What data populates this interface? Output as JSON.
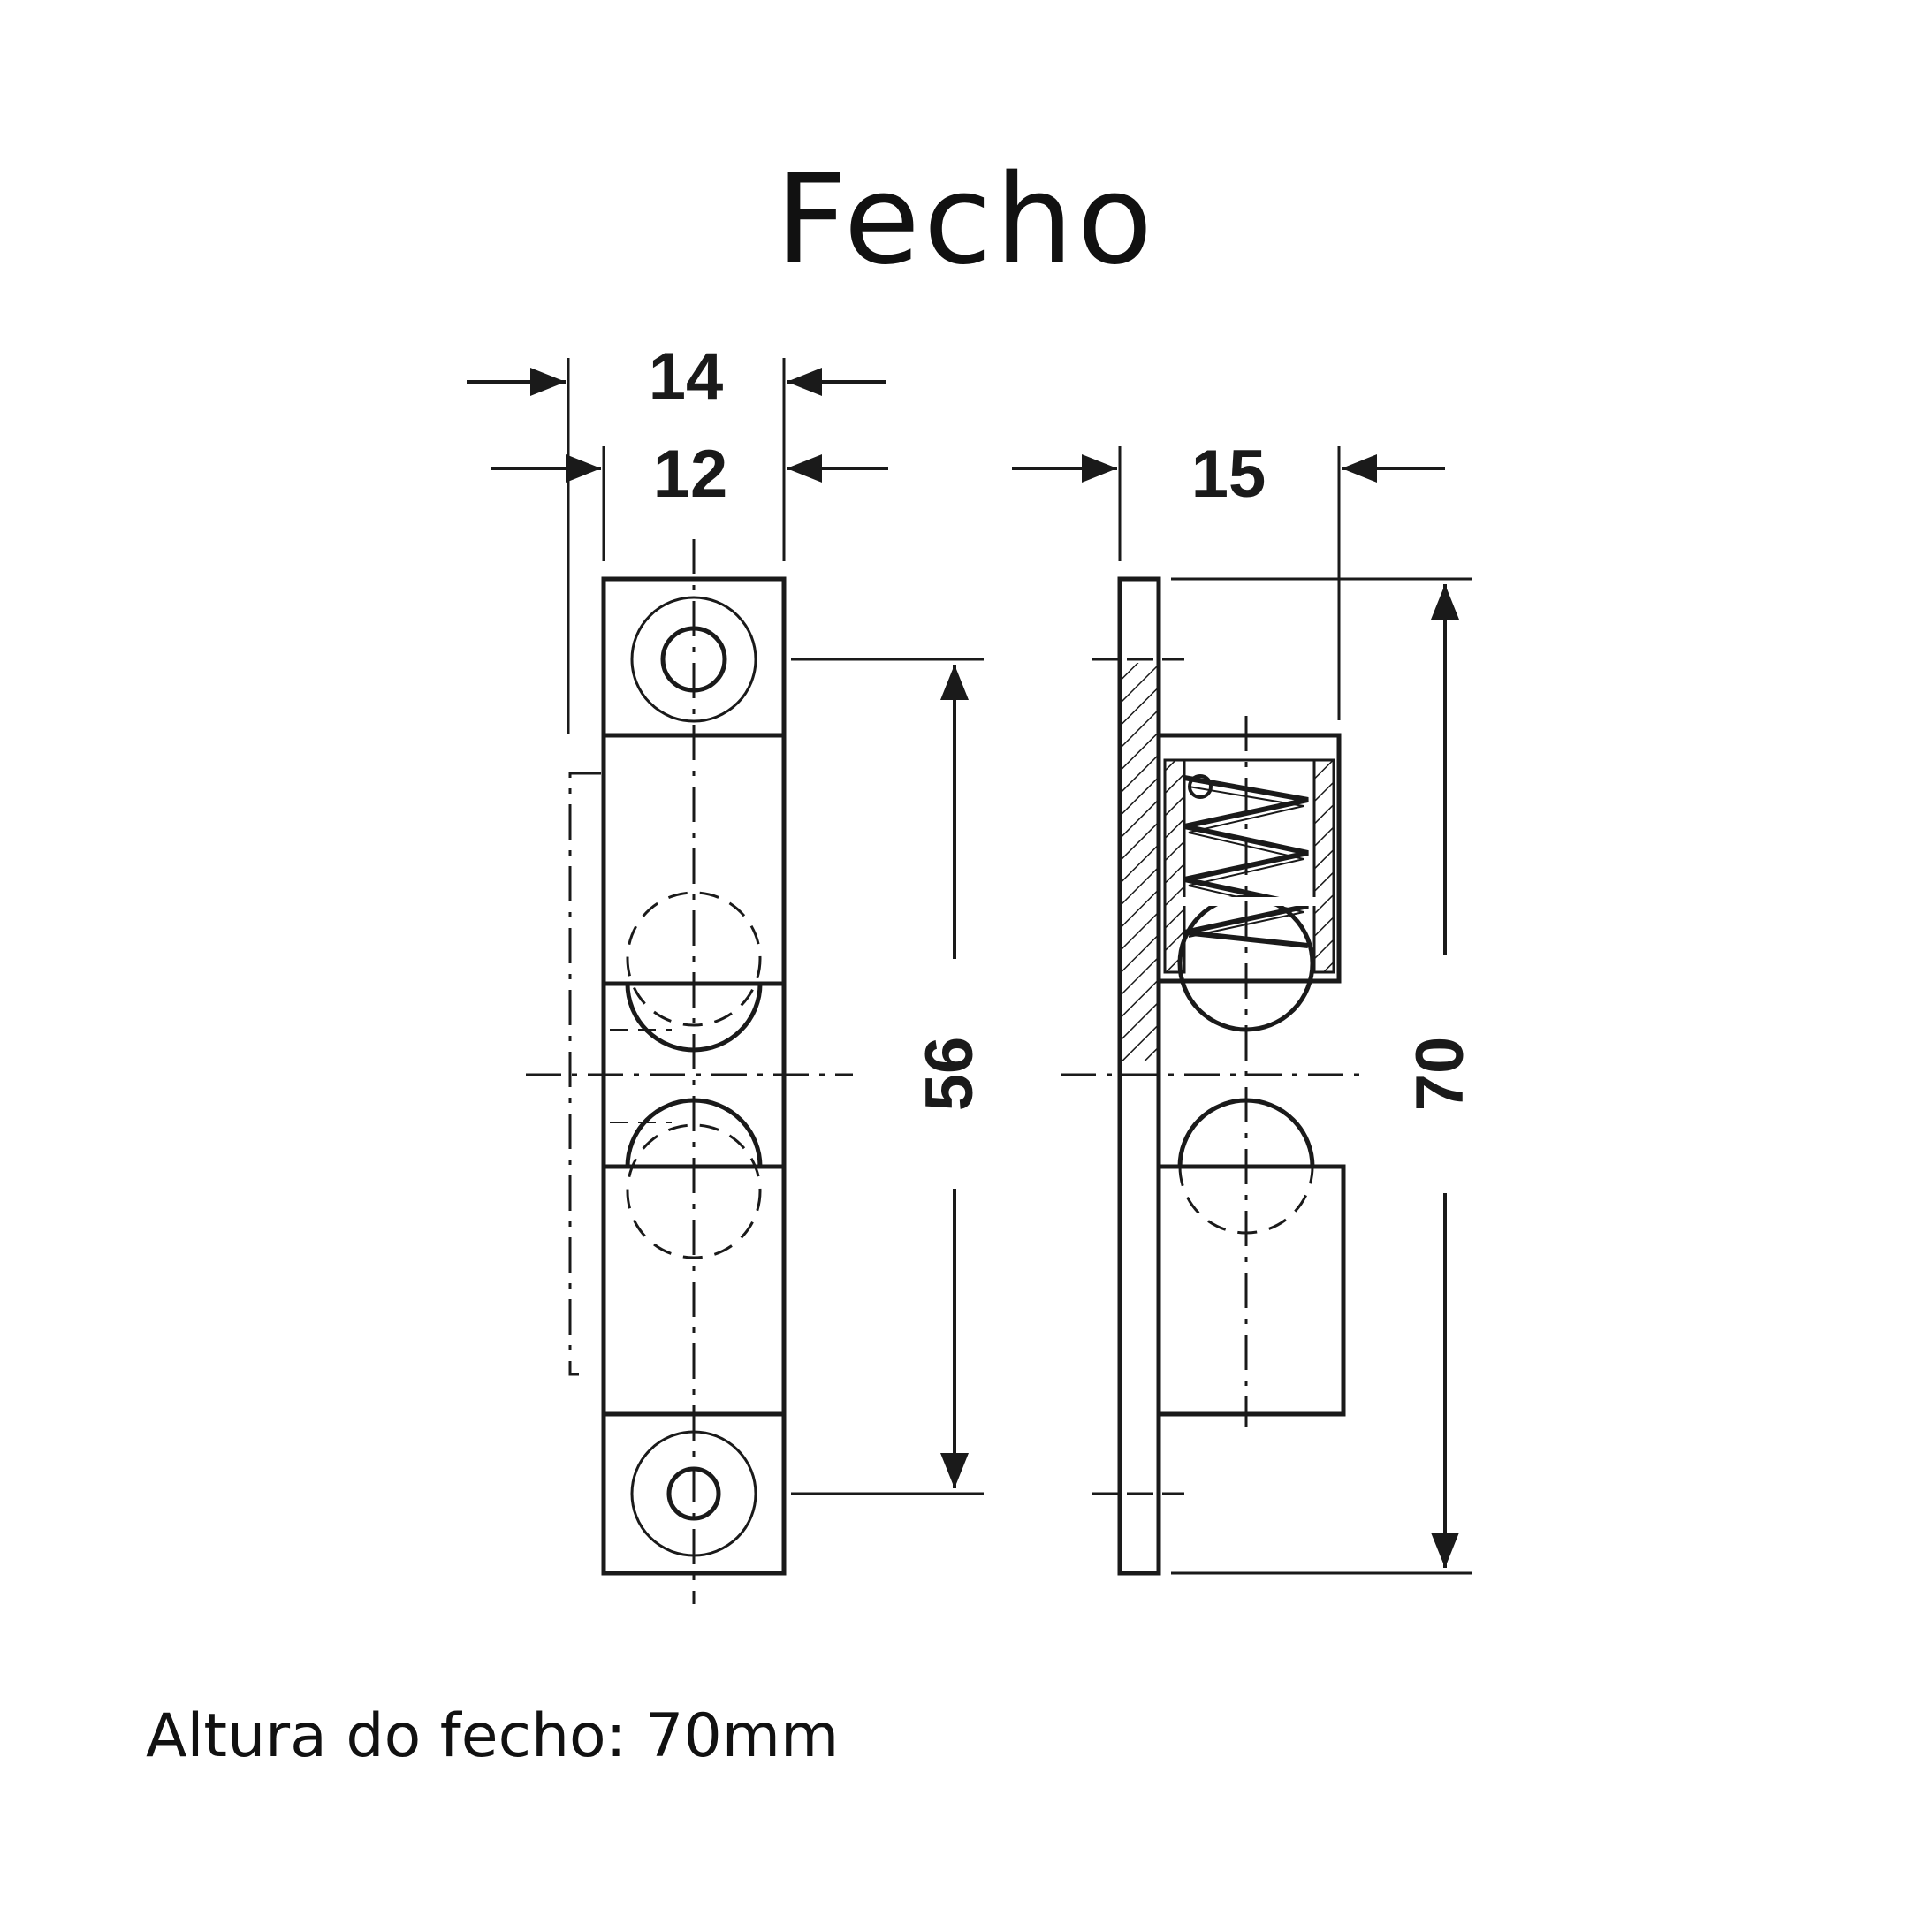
{
  "title": "Fecho",
  "caption": "Altura do fecho: 70mm",
  "dimensions": {
    "front_outer_width": "14",
    "front_inner_width": "12",
    "side_depth": "15",
    "hole_spacing": "56",
    "total_height": "70"
  },
  "colors": {
    "ink": "#1a1a1a",
    "background": "#ffffff"
  }
}
